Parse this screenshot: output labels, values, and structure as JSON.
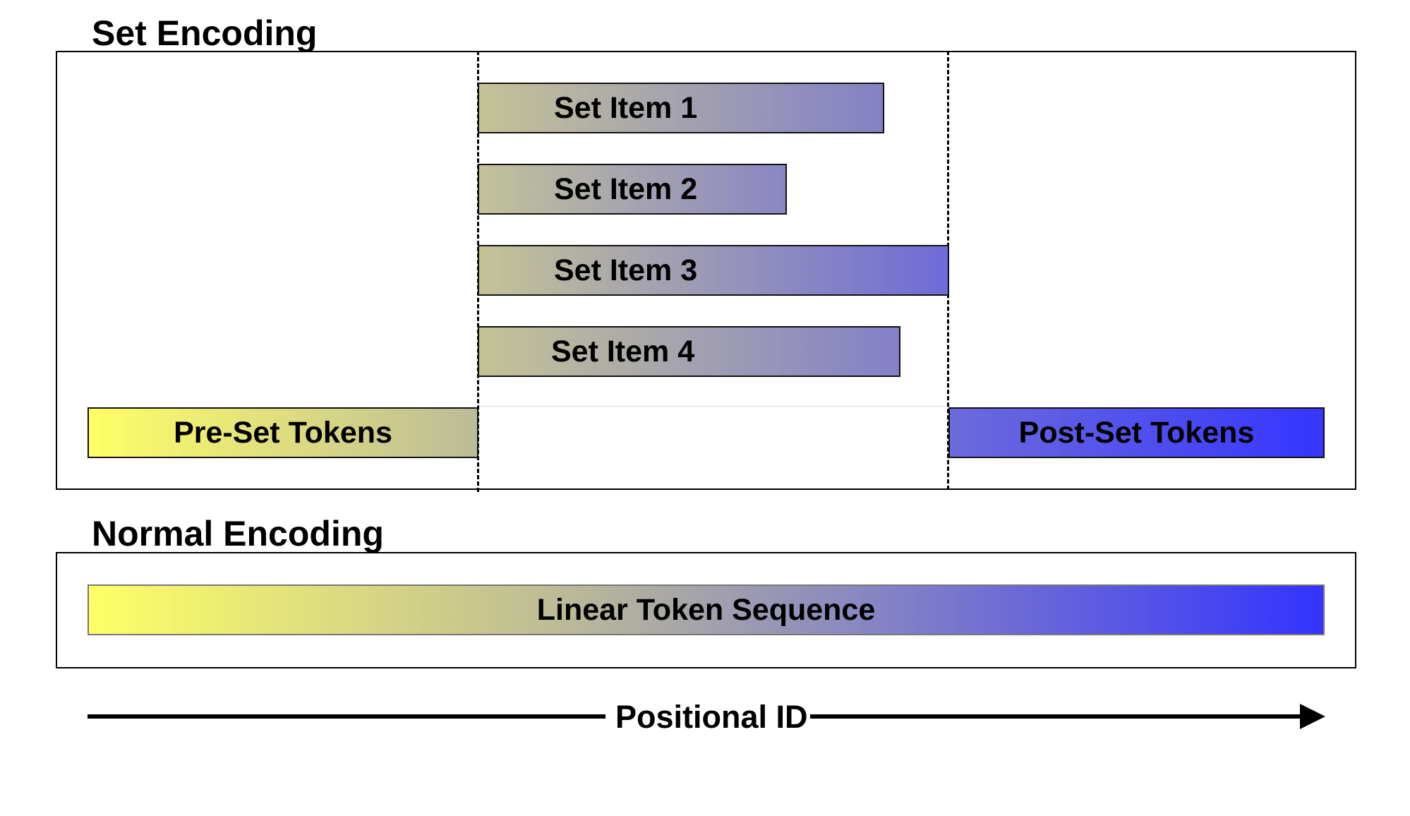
{
  "set_encoding": {
    "title": "Set Encoding",
    "items": [
      {
        "label": "Set Item 1"
      },
      {
        "label": "Set Item 2"
      },
      {
        "label": "Set Item 3"
      },
      {
        "label": "Set Item 4"
      }
    ],
    "pre_set_label": "Pre-Set Tokens",
    "post_set_label": "Post-Set Tokens"
  },
  "normal_encoding": {
    "title": "Normal Encoding",
    "sequence_label": "Linear Token Sequence"
  },
  "axis": {
    "label": "Positional ID"
  },
  "colors": {
    "gradient_start": "#ffff66",
    "gradient_mid": "#b8b89a",
    "gradient_end": "#3333ff"
  }
}
